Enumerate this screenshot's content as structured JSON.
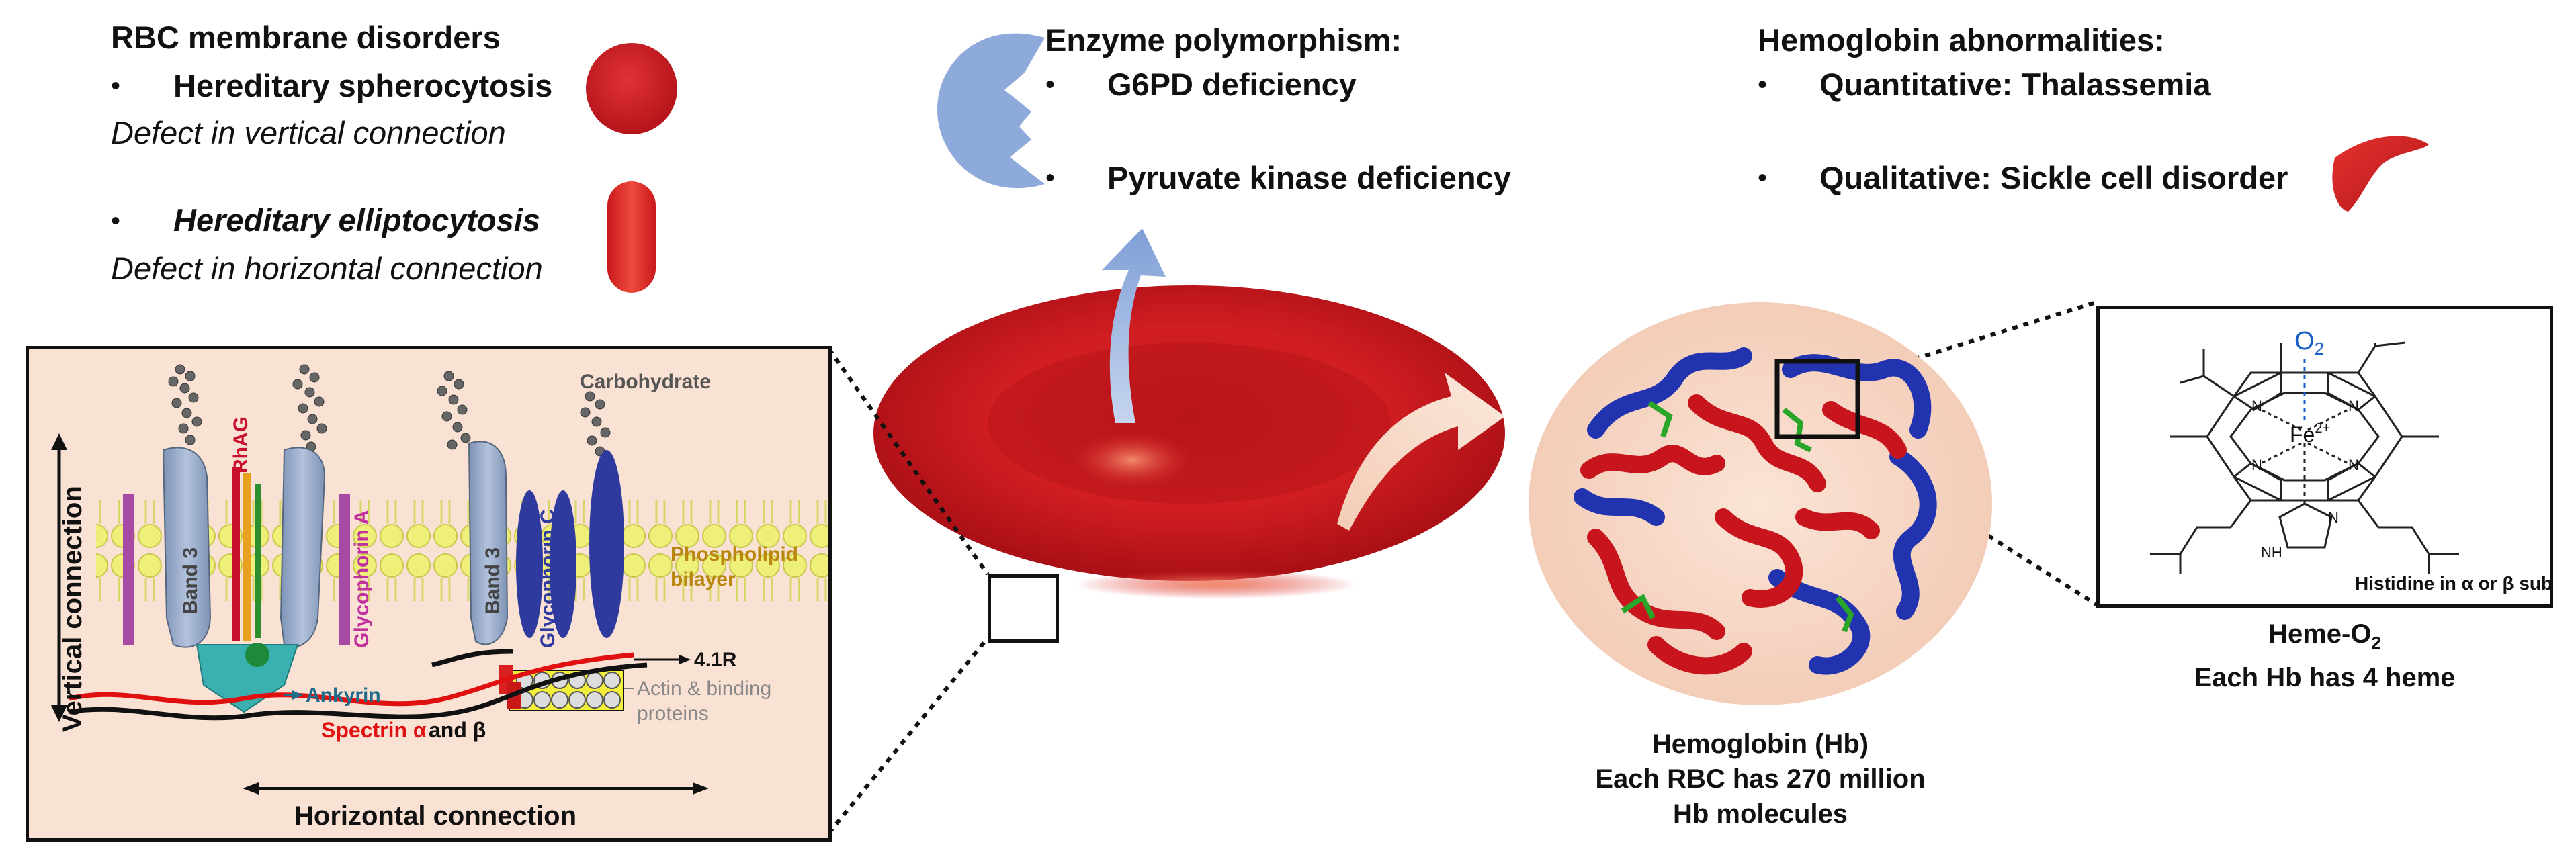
{
  "membrane": {
    "title": "RBC membrane disorders",
    "bullet": "•",
    "item1": "Hereditary spherocytosis",
    "item1_note": "Defect in vertical connection",
    "item2": "Hereditary elliptocytosis",
    "item2_note": "Defect in horizontal connection"
  },
  "enzyme": {
    "title": "Enzyme polymorphism:",
    "item1": "G6PD deficiency",
    "item2": "Pyruvate kinase deficiency"
  },
  "hemoglobin": {
    "title": "Hemoglobin abnormalities:",
    "item1": "Quantitative: Thalassemia",
    "item2": "Qualitative: Sickle cell disorder"
  },
  "inset": {
    "vertical": "Vertical connection",
    "horizontal": "Horizontal connection",
    "carbohydrate": "Carbohydrate",
    "rhag": "RhAG",
    "band3": "Band 3",
    "glycophorin_a": "Glycophorin A",
    "glycophorin_c": "Glycophorin C",
    "phospholipid_1": "Phospholipid",
    "phospholipid_2": "bilayer",
    "protein_41r": "4.1R",
    "ankyrin": "Ankyrin",
    "actin_1": "Actin & binding",
    "actin_2": "proteins",
    "spectrin_a": "Spectrin α",
    "spectrin_and": "and β"
  },
  "hb_caption": {
    "line1": "Hemoglobin (Hb)",
    "line2": "Each RBC has 270 million",
    "line3": "Hb molecules"
  },
  "heme": {
    "o2": "O",
    "o2_sub": "2",
    "fe": "Fe",
    "fe_sup": "2+",
    "n": "N",
    "nh": "NH",
    "histidine": "Histidine in α or β subunit",
    "caption1_pre": "Heme-O",
    "caption1_sub": "2",
    "caption2": "Each Hb has 4 heme"
  },
  "colors": {
    "rbc_red": "#c9191c",
    "enzyme_blue": "#8eaadb",
    "inset_bg": "#f9e1d3",
    "hb_bg": "#f7d8c8",
    "band3": "#8ea1bf",
    "glycophorin_c": "#2e3a9e",
    "glycophorin_a": "#a64aa6",
    "lipid": "#eef07a"
  }
}
